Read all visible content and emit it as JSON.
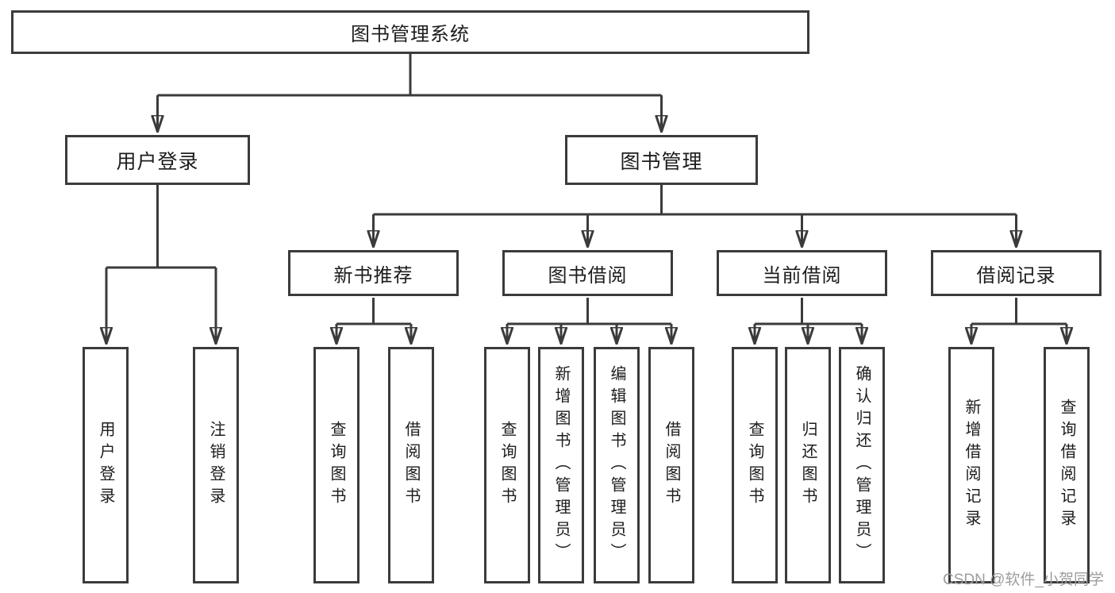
{
  "diagram": {
    "root": {
      "label": "图书管理系统"
    },
    "branches": {
      "user_login": {
        "label": "用户登录"
      },
      "book_mgmt": {
        "label": "图书管理"
      }
    },
    "sections": {
      "new_book": {
        "label": "新书推荐"
      },
      "borrow": {
        "label": "图书借阅"
      },
      "current": {
        "label": "当前借阅"
      },
      "records": {
        "label": "借阅记录"
      }
    },
    "leaves": {
      "user_login_action": "用户登录",
      "logout": "注销登录",
      "newbook_query": "查询图书",
      "newbook_borrow": "借阅图书",
      "borrow_query": "查询图书",
      "borrow_add": "新增图书（管理员）",
      "borrow_edit": "编辑图书（管理员）",
      "borrow_borrow": "借阅图书",
      "current_query": "查询图书",
      "current_return": "归还图书",
      "current_confirm": "确认归还（管理员）",
      "records_add": "新增借阅记录",
      "records_query": "查询借阅记录"
    }
  },
  "watermark": {
    "text": "CSDN @软件_小贺同学"
  },
  "colors": {
    "line": "#3b3b3b",
    "text": "#1c1c1c",
    "box_bg": "#ffffff",
    "watermark": "#9d9d9d"
  }
}
